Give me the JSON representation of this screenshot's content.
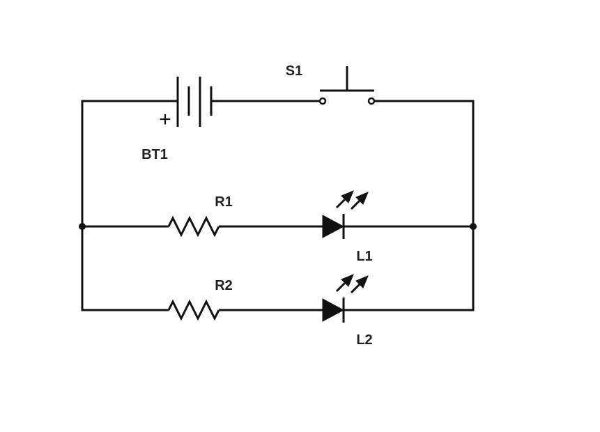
{
  "diagram": {
    "type": "circuit-schematic",
    "stroke_color": "#111111",
    "components": [
      {
        "id": "battery",
        "ref": "BT1",
        "kind": "battery",
        "polarity_mark": "+"
      },
      {
        "id": "switch",
        "ref": "S1",
        "kind": "push-button-switch"
      },
      {
        "id": "resistor1",
        "ref": "R1",
        "kind": "resistor"
      },
      {
        "id": "led1",
        "ref": "L1",
        "kind": "led"
      },
      {
        "id": "resistor2",
        "ref": "R2",
        "kind": "resistor"
      },
      {
        "id": "led2",
        "ref": "L2",
        "kind": "led"
      }
    ],
    "labels": {
      "battery": "BT1",
      "battery_plus": "+",
      "switch": "S1",
      "r1": "R1",
      "l1": "L1",
      "r2": "R2",
      "l2": "L2"
    }
  }
}
